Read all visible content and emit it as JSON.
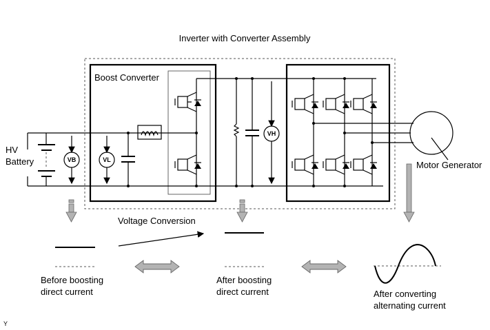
{
  "title": "Inverter with Converter Assembly",
  "labels": {
    "hv_battery_line1": "HV",
    "hv_battery_line2": "Battery",
    "boost_converter": "Boost Converter",
    "motor_generator": "Motor Generator",
    "voltage_conversion": "Voltage Conversion",
    "before_line1": "Before boosting",
    "before_line2": "direct current",
    "after_line1": "After boosting",
    "after_line2": "direct current",
    "converting_line1": "After converting",
    "converting_line2": "alternating current",
    "corner_mark": "Y"
  },
  "meters": {
    "vb": "VB",
    "vl": "VL",
    "vh": "VH"
  },
  "colors": {
    "line": "#000000",
    "arrow_fill": "#b3b3b3",
    "arrow_stroke": "#666666",
    "dashed": "#555555"
  }
}
